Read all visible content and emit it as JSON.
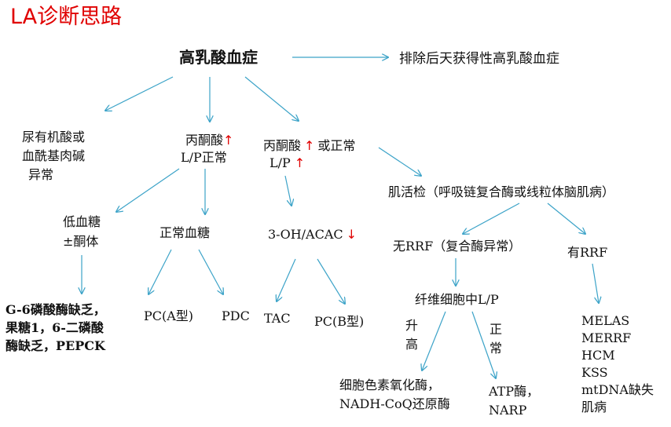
{
  "title": "LA诊断思路",
  "colors": {
    "title": "#e00000",
    "arrow": "#3ca3c8",
    "mark": "#e00000",
    "text": "#111111"
  },
  "root": "高乳酸血症",
  "exclude": "排除后天获得性高乳酸血症",
  "branch1": {
    "line1": "尿有机酸或",
    "line2": "血酰基肉碱",
    "line3": "异常"
  },
  "branch2": {
    "line1_text": "丙酮酸",
    "line1_mark": "↑",
    "line2": "L/P正常"
  },
  "branch3": {
    "line1_text": "丙酮酸",
    "line1_mark": "↑",
    "line1_suffix": "或正常",
    "line2_text": "L/P",
    "line2_mark": "↑"
  },
  "low_sugar": {
    "line1": "低血糖",
    "line2": "±酮体"
  },
  "normal_sugar": "正常血糖",
  "oh_acac": {
    "text": "3-OH/ACAC",
    "mark": "↓"
  },
  "muscle_biopsy": "肌活检（呼吸链复合酶或线粒体脑肌病）",
  "no_rrf": "无RRF（复合酶异常）",
  "has_rrf": "有RRF",
  "g6": {
    "line1": "G-6磷酸酶缺乏，",
    "line2": "果糖1，6-二磷酸",
    "line3": "酶缺乏，PEPCK"
  },
  "pc_a": "PC(A型)",
  "pdc": "PDC",
  "tac": "TAC",
  "pc_b": "PC(B型)",
  "fibroblast": "纤维细胞中L/P",
  "rise_label": {
    "c1": "升",
    "c2": "高"
  },
  "normal_label": {
    "c1": "正",
    "c2": "常"
  },
  "cytochrome": {
    "line1": "细胞色素氧化酶，",
    "line2": "NADH-CoQ还原酶"
  },
  "atp": {
    "line1": "ATP酶，",
    "line2": "NARP"
  },
  "rrf_list": [
    "MELAS",
    "MERRF",
    "HCM",
    "KSS",
    "mtDNA缺失",
    "肌病"
  ]
}
